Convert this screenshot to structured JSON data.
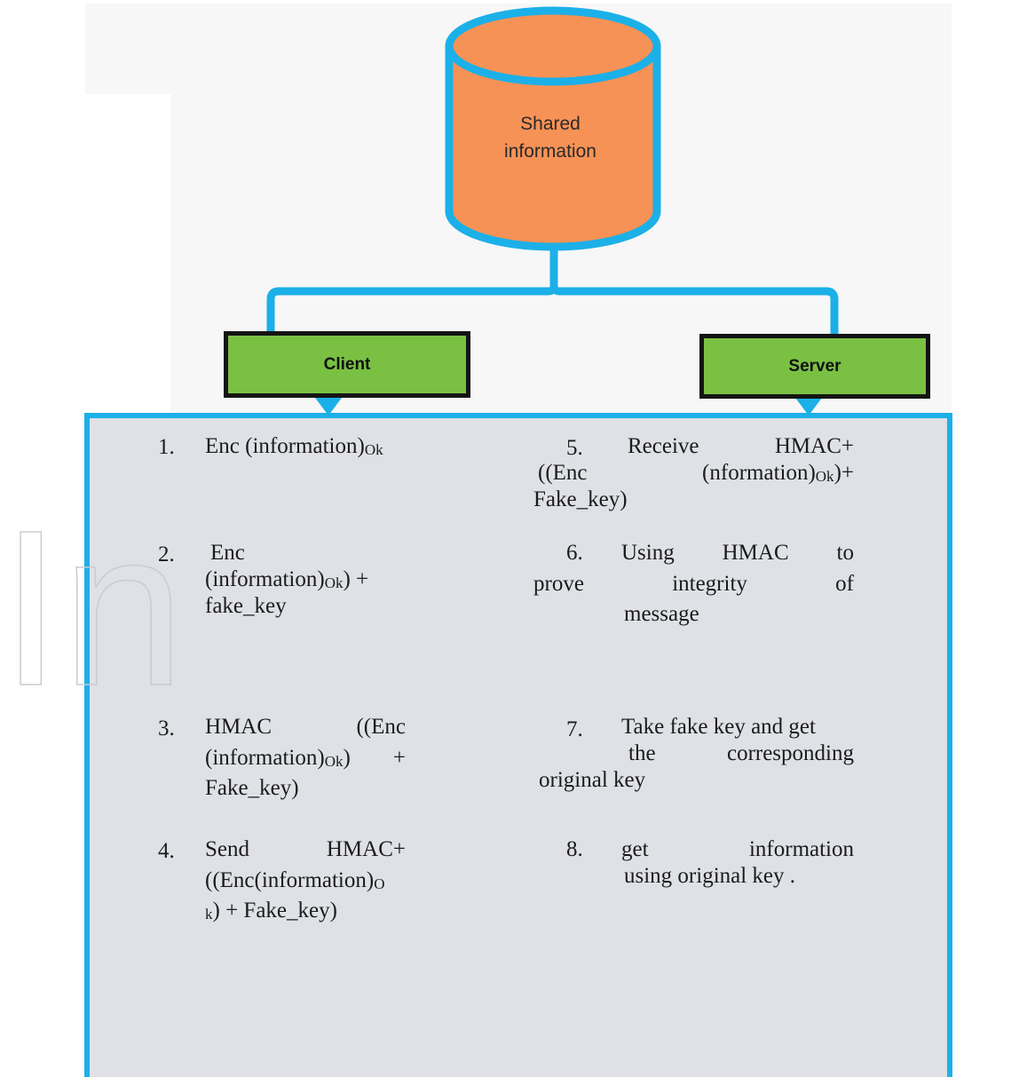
{
  "database": {
    "label_line1": "Shared",
    "label_line2": "information",
    "fill": "#f79256",
    "stroke": "#1cb0e8"
  },
  "nodes": {
    "client": "Client",
    "server": "Server",
    "fill": "#7ac143"
  },
  "watermark": "In",
  "panel_background": "#dfe1e6",
  "steps": {
    "s1": {
      "num": "1.",
      "a": "Enc (information)",
      "sub": "Ok",
      "b": ""
    },
    "s2": {
      "num": "2.",
      "line1": "Enc",
      "a": "(information)",
      "sub": "Ok",
      "b": ") +",
      "line3": "fake_key"
    },
    "s3": {
      "num": "3.",
      "line1": "HMAC ((Enc",
      "a": "(information)",
      "sub": "Ok",
      "b": ") +",
      "line3": "Fake_key)"
    },
    "s4": {
      "num": "4.",
      "line1": "Send HMAC+",
      "a": "((Enc(information)",
      "sub1": "O",
      "sub2": "k",
      "b": ") + Fake_key)"
    },
    "s5": {
      "num": "5.",
      "line1a": "Receive",
      "line1b": "HMAC+",
      "line2a": "((Enc",
      "line2b": "(nformation)",
      "sub": "Ok",
      "line2c": ")+",
      "line3": "Fake_key)"
    },
    "s6": {
      "num": "6.",
      "line1": "Using HMAC to",
      "line2": "prove integrity of",
      "line3": "message"
    },
    "s7": {
      "num": "7.",
      "line1": "Take fake key and get",
      "line2": "the corresponding",
      "line3": "original key"
    },
    "s8": {
      "num": "8.",
      "line1": "get information",
      "line2": "using original key ."
    }
  }
}
